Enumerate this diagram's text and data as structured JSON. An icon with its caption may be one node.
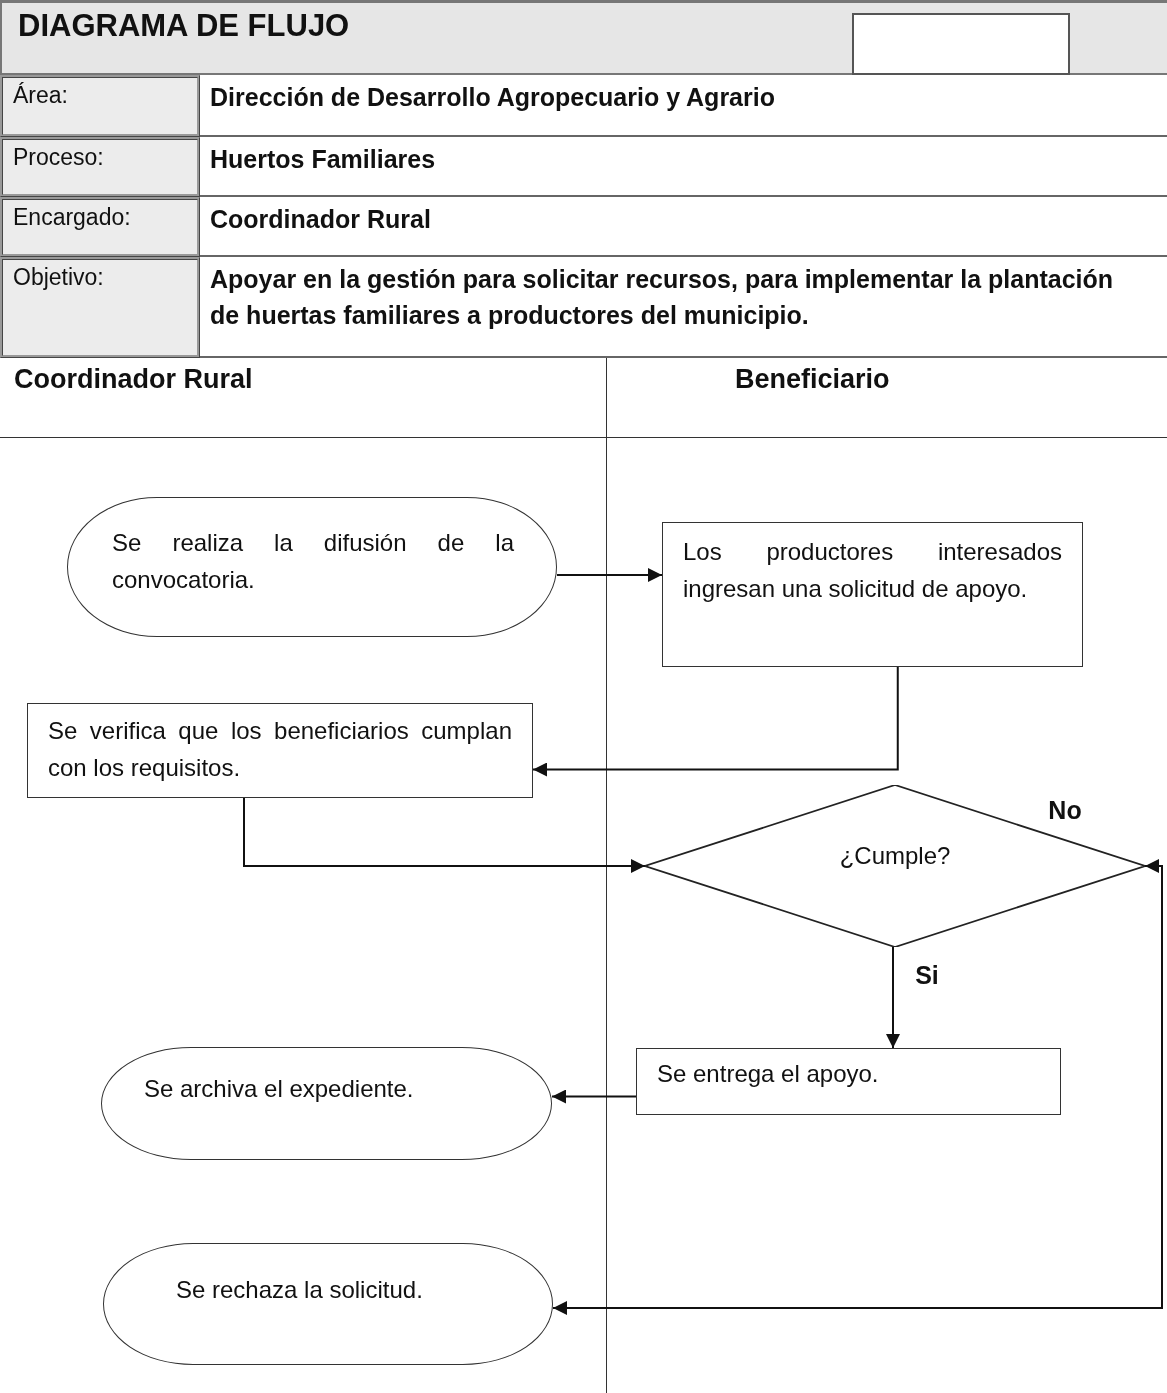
{
  "diagram": {
    "title": "DIAGRAMA DE FLUJO",
    "nodes": [
      {
        "text": [
          "Coordinador Rural"
        ]
      },
      {
        "text": [
          "Beneficiario"
        ]
      },
      {
        "text": [
          "Se realiza la difusión de la convocatoria."
        ],
        "in": 0
      },
      {
        "text": [
          "Los productores interesados ingresan una solicitud de apoyo."
        ],
        "in": 1
      },
      {
        "text": [
          "Se verifica que los beneficiarios cumplan con los requisitos."
        ],
        "in": 0
      },
      {
        "text": [
          "¿Cumple?"
        ]
      },
      {
        "text": [
          "Se entrega el apoyo."
        ],
        "in": 1
      },
      {
        "text": [
          "Se archiva el expediente."
        ],
        "in": 0
      },
      {
        "text": [
          "Se rechaza la solicitud."
        ],
        "in": 0
      }
    ],
    "edges": [
      {
        "from": 2,
        "to": 3,
        "arrow": "to"
      },
      {
        "from": 3,
        "to": 4,
        "arrow": "to"
      },
      {
        "from": 4,
        "to": 5,
        "arrow": "to"
      },
      {
        "from": 5,
        "to": 6,
        "arrow": "to",
        "label": "Si"
      },
      {
        "from": 6,
        "to": 7,
        "arrow": "to"
      },
      {
        "from": 5,
        "to": 8,
        "arrow": "both",
        "label": "No"
      }
    ],
    "labels": [
      "Área:",
      "Dirección de Desarrollo Agropecuario y Agrario",
      "Proceso:",
      "Huertos Familiares",
      "Encargado:",
      "Coordinador Rural",
      "Objetivo:",
      "Apoyar en la gestión para solicitar recursos, para implementar la plantación de huertas familiares a productores del municipio."
    ]
  }
}
